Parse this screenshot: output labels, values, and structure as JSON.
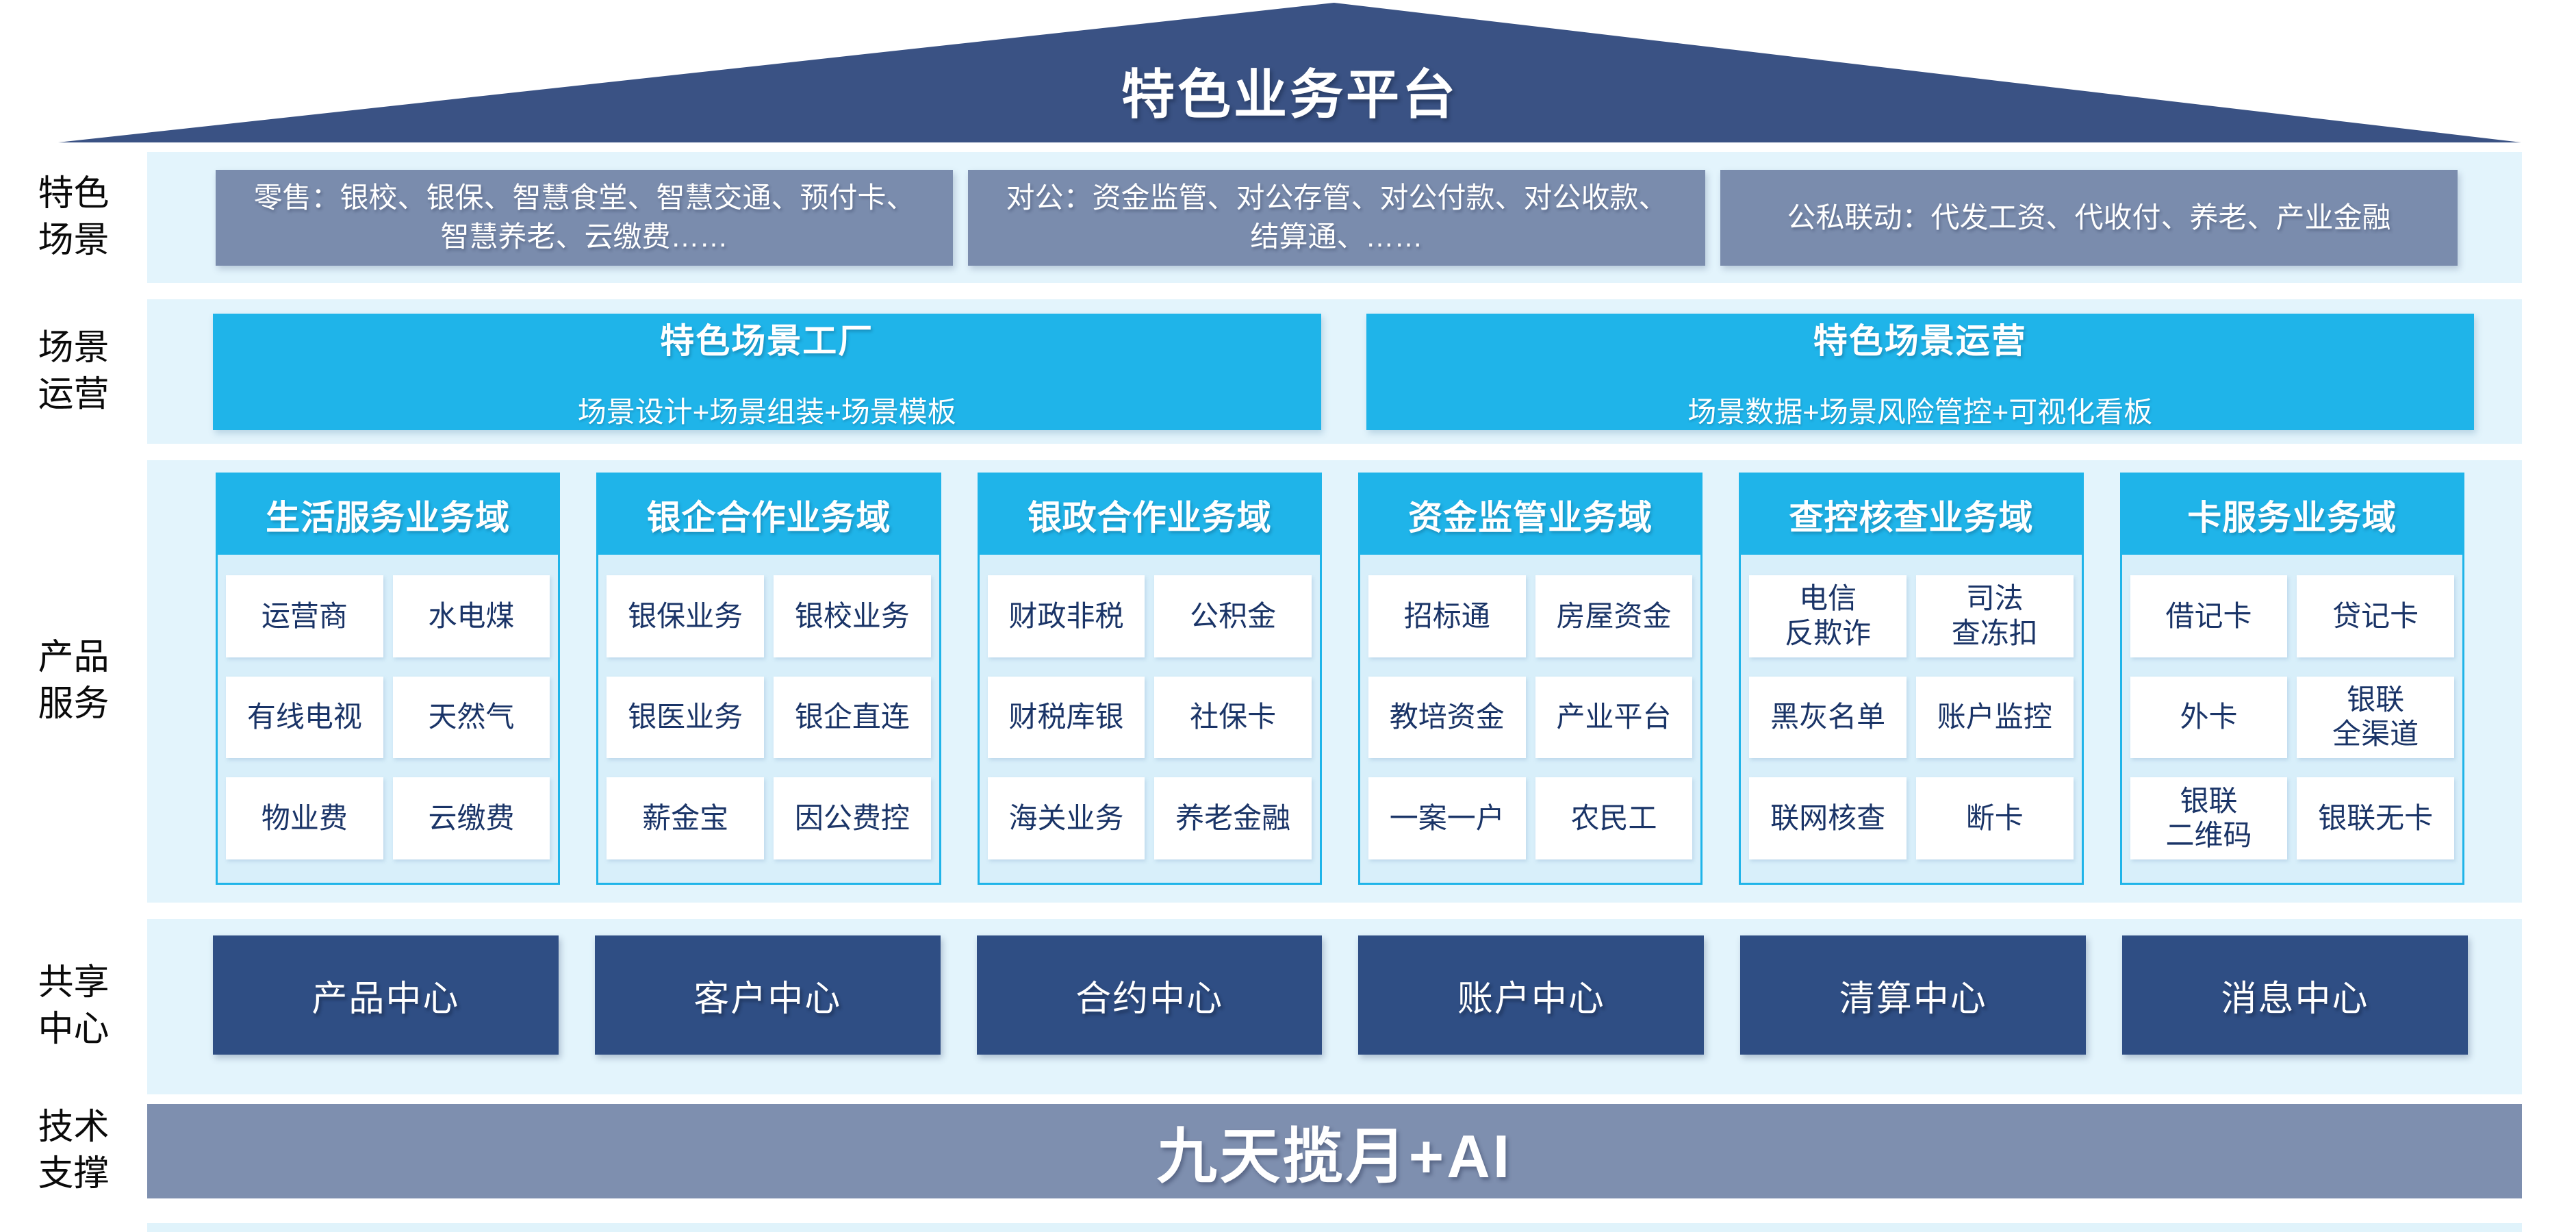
{
  "title": "特色业务平台",
  "rows": {
    "scenes": {
      "label": "特色\n场景",
      "boxes": [
        "零售：银校、银保、智慧食堂、智慧交通、预付卡、智慧养老、云缴费……",
        "对公：资金监管、对公存管、对公付款、对公收款、结算通、……",
        "公私联动：代发工资、代收付、养老、产业金融"
      ]
    },
    "operation": {
      "label": "场景\n运营",
      "boxes": [
        {
          "title": "特色场景工厂",
          "subtitle": "场景设计+场景组装+场景模板"
        },
        {
          "title": "特色场景运营",
          "subtitle": "场景数据+场景风险管控+可视化看板"
        }
      ]
    },
    "products": {
      "label": "产品\n服务",
      "columns": [
        {
          "header": "生活服务业务域",
          "cells": [
            "运营商",
            "水电煤",
            "有线电视",
            "天然气",
            "物业费",
            "云缴费"
          ]
        },
        {
          "header": "银企合作业务域",
          "cells": [
            "银保业务",
            "银校业务",
            "银医业务",
            "银企直连",
            "薪金宝",
            "因公费控"
          ]
        },
        {
          "header": "银政合作业务域",
          "cells": [
            "财政非税",
            "公积金",
            "财税库银",
            "社保卡",
            "海关业务",
            "养老金融"
          ]
        },
        {
          "header": "资金监管业务域",
          "cells": [
            "招标通",
            "房屋资金",
            "教培资金",
            "产业平台",
            "一案一户",
            "农民工"
          ]
        },
        {
          "header": "查控核查业务域",
          "cells": [
            "电信\n反欺诈",
            "司法\n查冻扣",
            "黑灰名单",
            "账户监控",
            "联网核查",
            "断卡"
          ]
        },
        {
          "header": "卡服务业务域",
          "cells": [
            "借记卡",
            "贷记卡",
            "外卡",
            "银联\n全渠道",
            "银联\n二维码",
            "银联无卡"
          ]
        }
      ]
    },
    "shared": {
      "label": "共享\n中心",
      "centers": [
        "产品中心",
        "客户中心",
        "合约中心",
        "账户中心",
        "清算中心",
        "消息中心"
      ]
    },
    "tech": {
      "label": "技术\n支撑",
      "bar": "九天揽月+AI"
    }
  },
  "colors": {
    "roof": "#3A5284",
    "slate": "#7A8CAD",
    "cyan": "#1FB4E9",
    "band": "#E3F4FC",
    "colbody": "#D8EFFA",
    "celltext": "#1A3467",
    "navy": "#2F4E84",
    "techbar": "#7E8FAF"
  }
}
